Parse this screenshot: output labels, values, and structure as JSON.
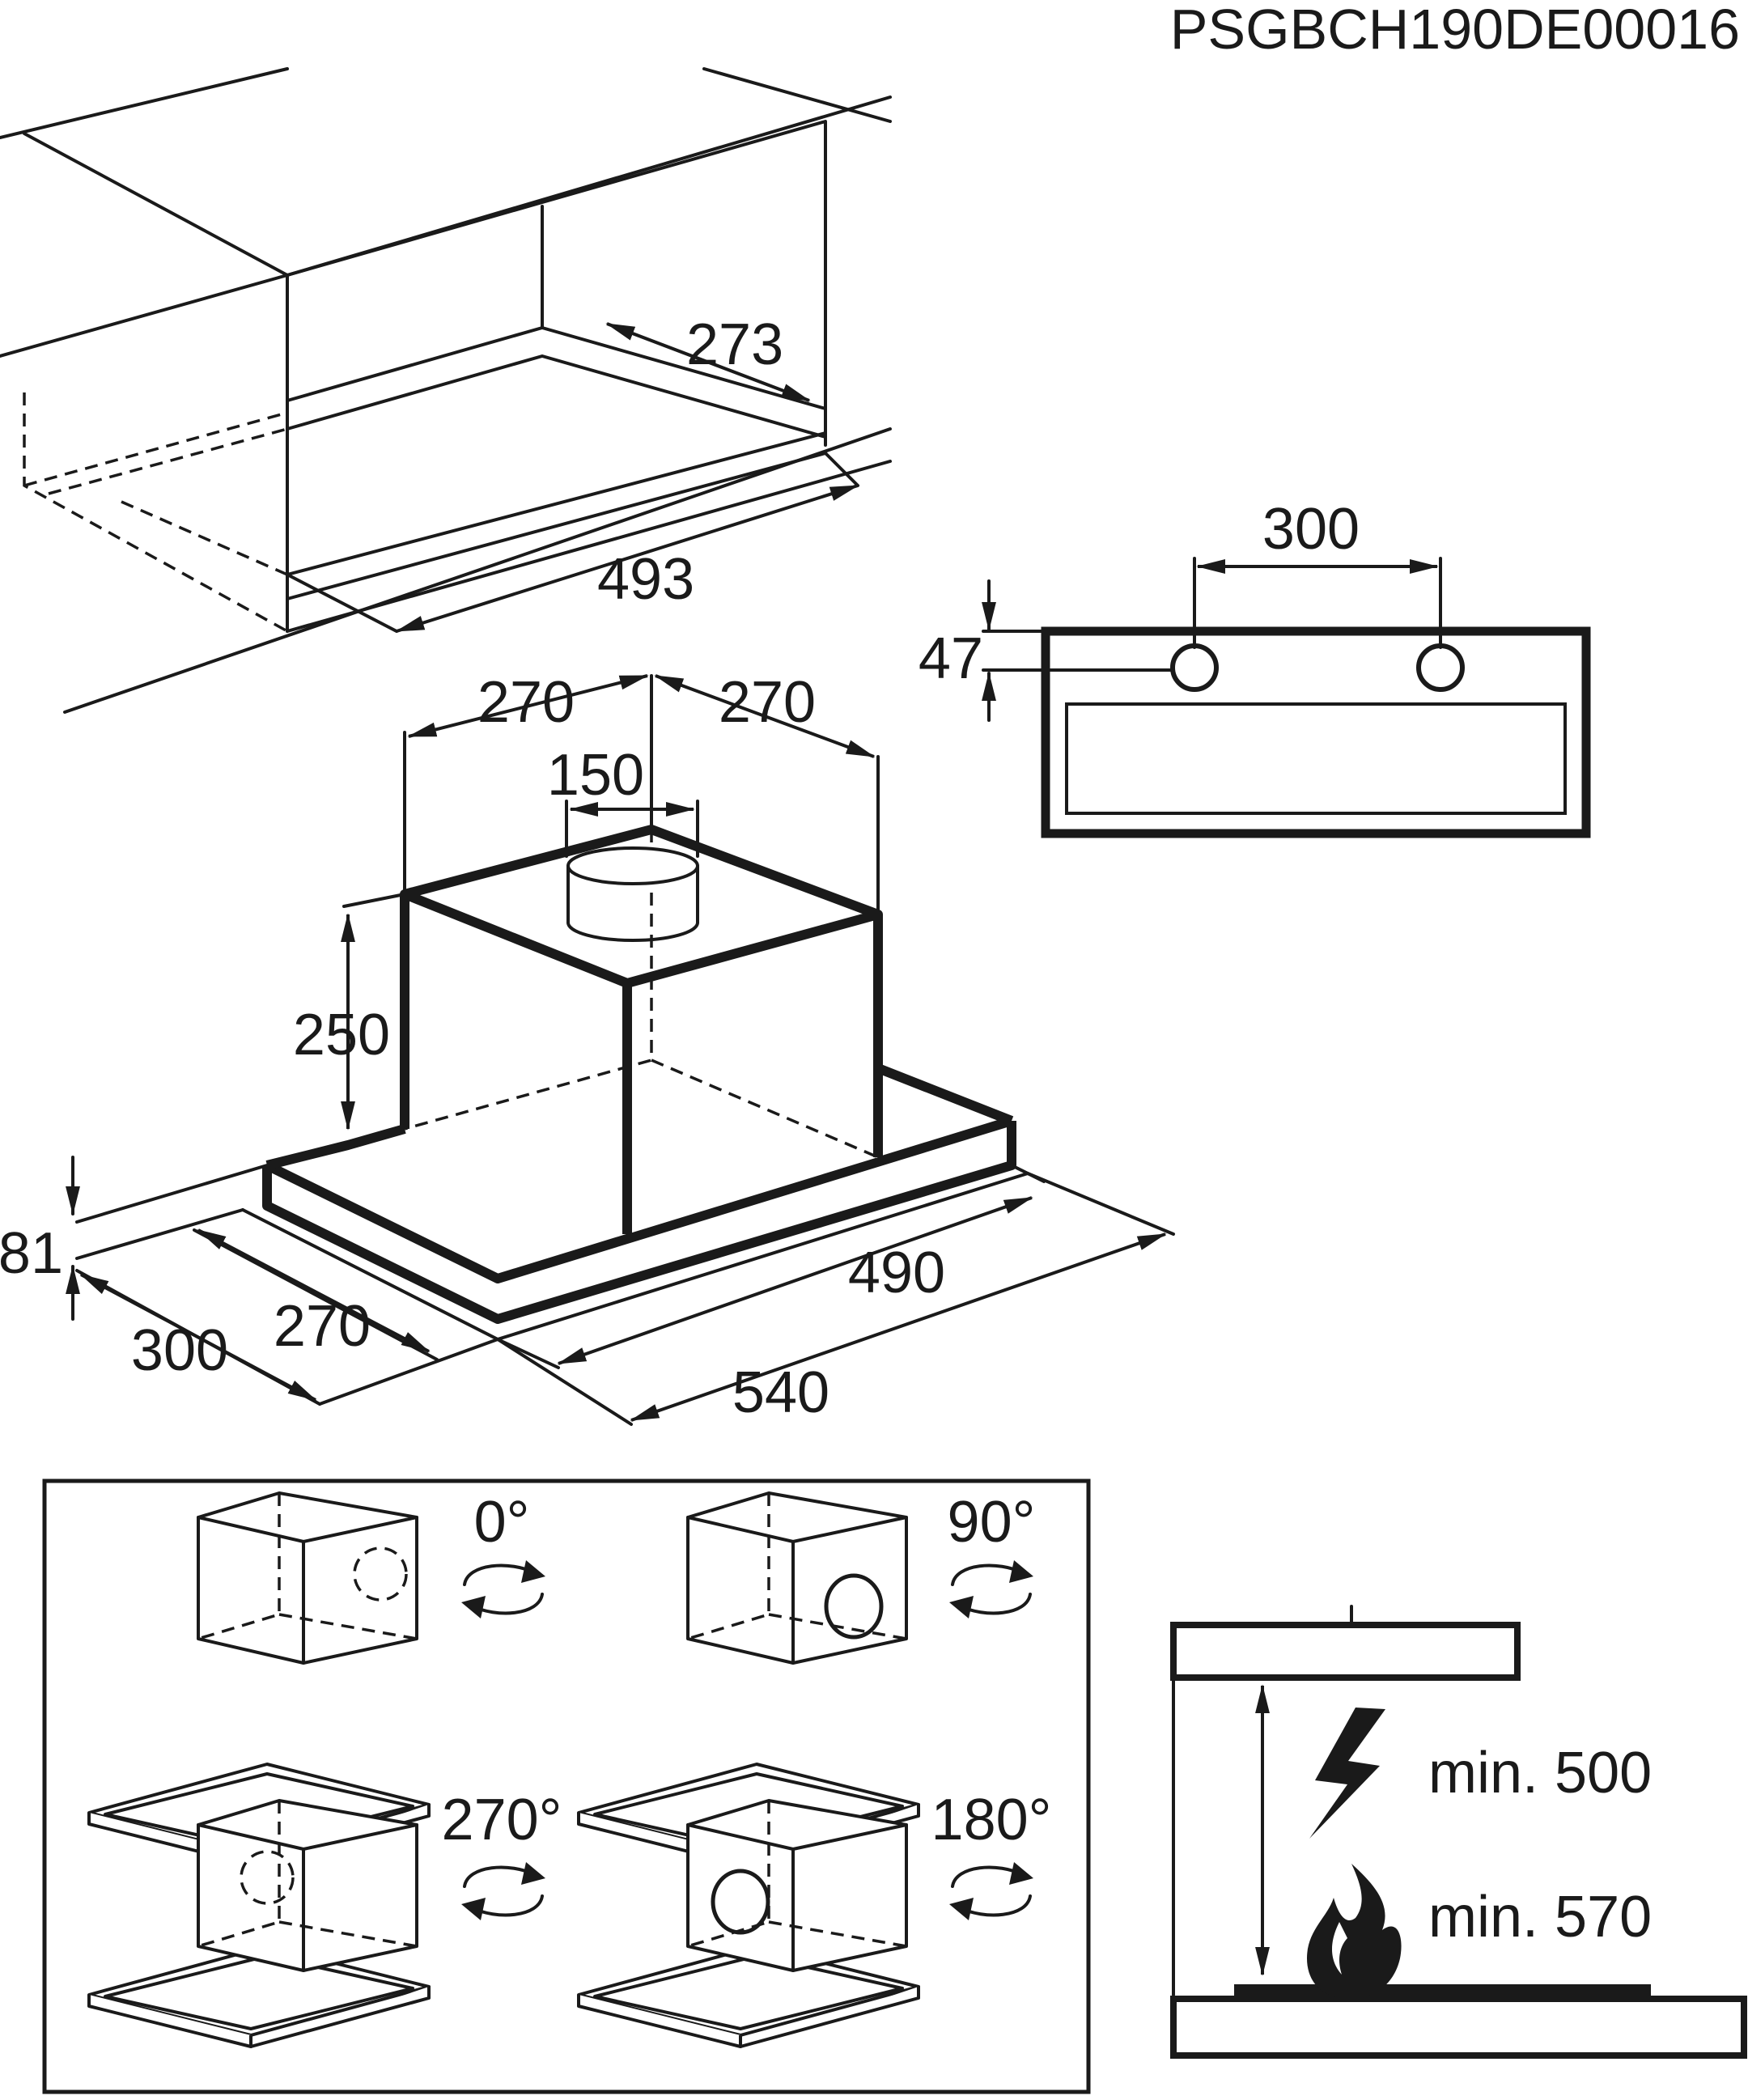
{
  "document_code": "PSGBCH190DE00016",
  "cabinet": {
    "depth": "273",
    "width": "493"
  },
  "front_panel": {
    "hole_spacing": "300",
    "hole_height": "47"
  },
  "hood": {
    "left_offset": "270",
    "right_offset": "270",
    "duct_diameter": "150",
    "motor_height": "250",
    "front_height": "81",
    "outer_depth": "300",
    "inner_depth": "270",
    "inner_width": "490",
    "outer_width": "540"
  },
  "rotations": {
    "r0": "0°",
    "r90": "90°",
    "r270": "270°",
    "r180": "180°"
  },
  "clearance": {
    "electric": "min. 500",
    "gas": "min. 570"
  },
  "icons": [
    "rotate-arrows-icon",
    "lightning-icon",
    "flame-icon"
  ]
}
